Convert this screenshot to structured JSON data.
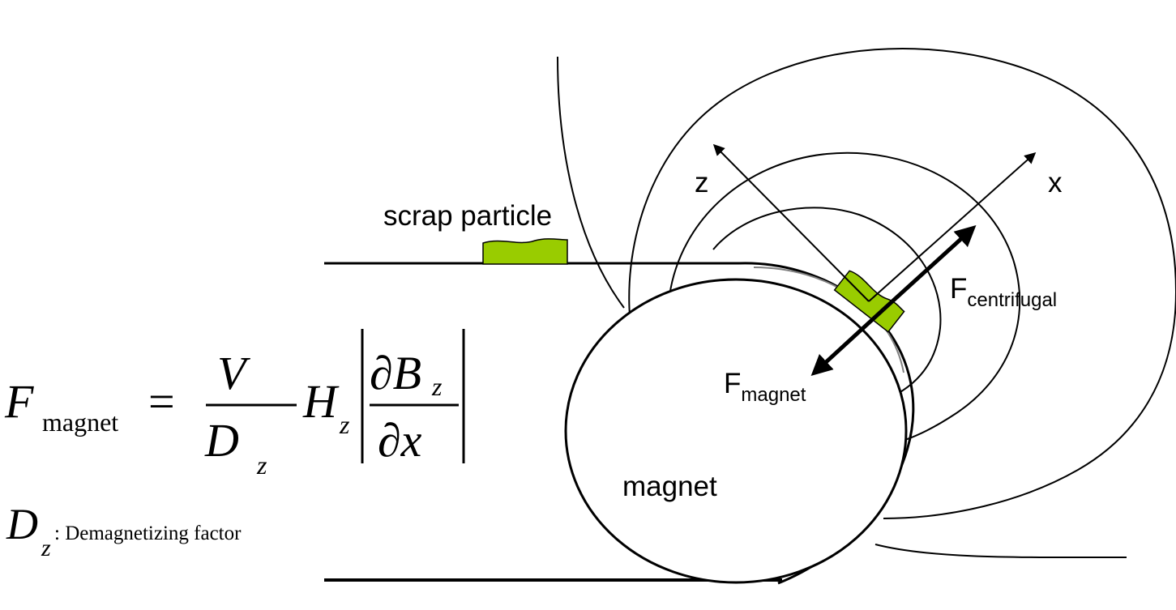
{
  "labels": {
    "scrap_particle": "scrap particle",
    "magnet": "magnet",
    "axis_z": "z",
    "axis_x": "x",
    "force_centrifugal": {
      "main": "F",
      "sub": "centrifugal"
    },
    "force_magnet": {
      "main": "F",
      "sub": "magnet"
    }
  },
  "formula": {
    "lhs_symbol": "F",
    "lhs_subscript": "magnet",
    "equals": "=",
    "numerator": "V",
    "denominator_symbol": "D",
    "denominator_subscript": "z",
    "field_symbol": "H",
    "field_subscript": "z",
    "partial_top": "∂B",
    "partial_top_subscript": "z",
    "partial_bottom": "∂x"
  },
  "legend": {
    "symbol": "D",
    "subscript": "z",
    "description": ": Demagnetizing factor"
  },
  "colors": {
    "particle_fill": "#99cc00",
    "line": "#000000",
    "faint_line": "#808080"
  }
}
